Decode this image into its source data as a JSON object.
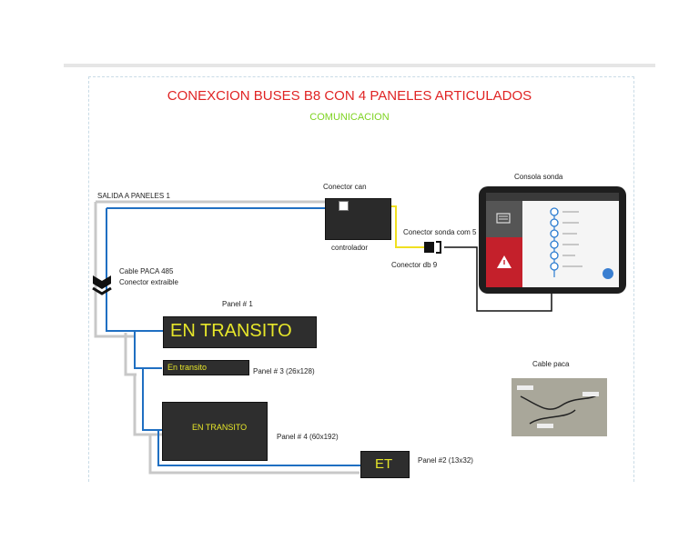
{
  "title": "CONEXCION BUSES B8 CON  4 PANELES ARTICULADOS",
  "subtitle": "COMUNICACION",
  "labels": {
    "salida": "SALIDA A PANELES 1",
    "conector_can": "Conector can",
    "controlador": "controlador",
    "conector_sonda": "Conector sonda com 5",
    "conector_db9": "Conector db 9",
    "consola": "Consola sonda",
    "cable_paca_485": "Cable PACA 485",
    "conector_extraible": "Conector extraible",
    "panel1_label": "Panel # 1",
    "panel3_label": "Panel # 3 (26x128)",
    "panel4_label": "Panel # 4 (60x192)",
    "panel2_label": "Panel #2  (13x32)",
    "cable_paca": "Cable paca"
  },
  "panels": {
    "panel1_text": "EN TRANSITO",
    "panel3_text": "En transito",
    "panel4_text": "EN TRANSITO",
    "panel2_text": "ET"
  },
  "colors": {
    "title": "#e02424",
    "subtitle": "#7ed321",
    "cable_blue": "#1f6fc2",
    "cable_yellow": "#f0e020",
    "cable_gray": "#c8c8c8",
    "console_red": "#c4202b"
  },
  "icons": {
    "warning": "warning-icon",
    "menu": "menu-icon"
  }
}
